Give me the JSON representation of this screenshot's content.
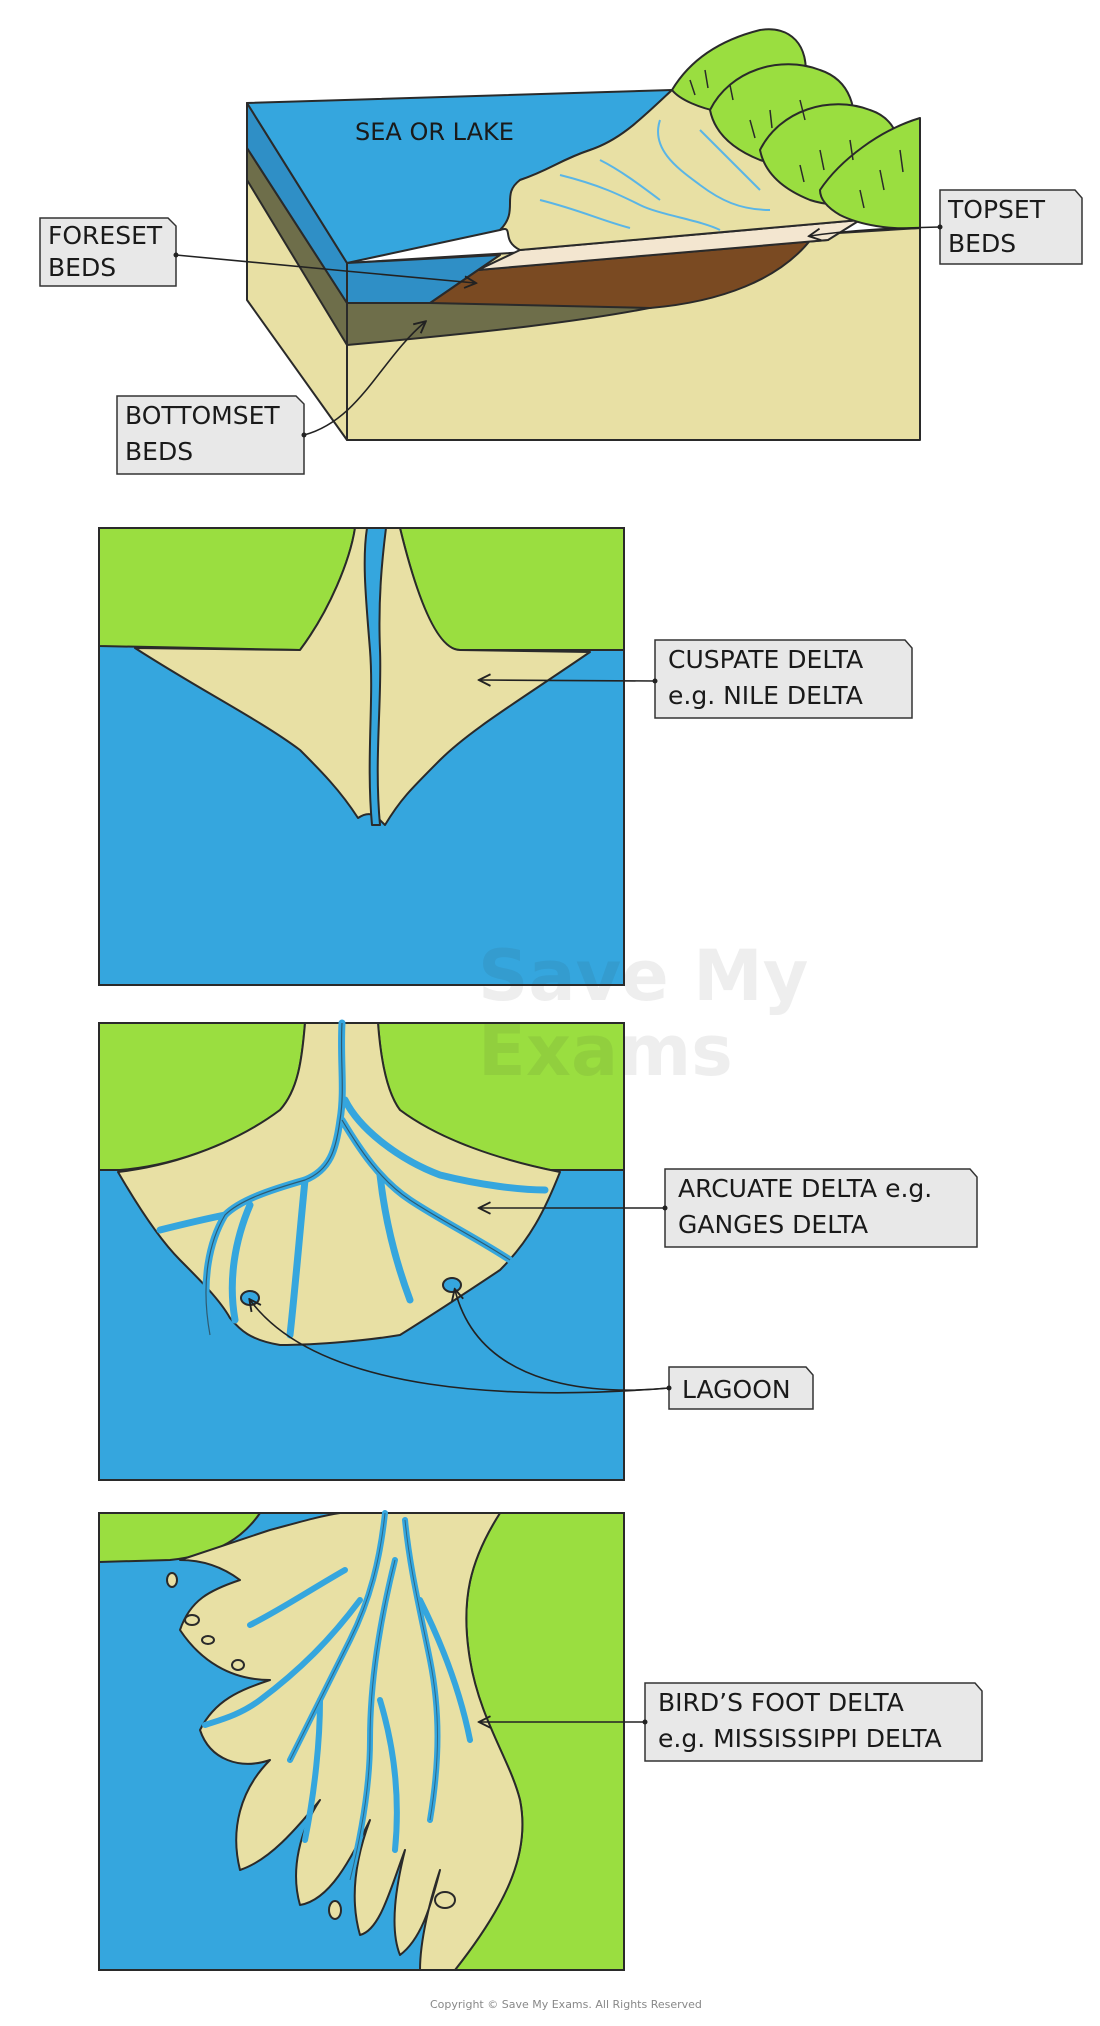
{
  "colors": {
    "water": "#35a6de",
    "land": "#9ade40",
    "sediment": "#e8e0a4",
    "foreset": "#7a4a22",
    "bottomset": "#6e6e4a",
    "label_bg": "#e8e8e8",
    "channel": "#5ab5e6"
  },
  "block_diagram": {
    "water_label": "SEA OR LAKE",
    "labels": {
      "foreset_line1": "FORESET",
      "foreset_line2": "BEDS",
      "topset_line1": "TOPSET",
      "topset_line2": "BEDS",
      "bottomset_line1": "BOTTOMSET",
      "bottomset_line2": "BEDS"
    }
  },
  "cuspate": {
    "line1": "CUSPATE DELTA",
    "line2": "e.g. NILE DELTA"
  },
  "arcuate": {
    "line1": "ARCUATE DELTA e.g.",
    "line2": "GANGES DELTA",
    "lagoon": "LAGOON"
  },
  "birdsfoot": {
    "line1": "BIRD’S FOOT DELTA",
    "line2": "e.g. MISSISSIPPI DELTA"
  },
  "watermark": {
    "line1": "Save My",
    "line2": "Exams"
  },
  "copyright": "Copyright © Save My Exams. All Rights Reserved"
}
